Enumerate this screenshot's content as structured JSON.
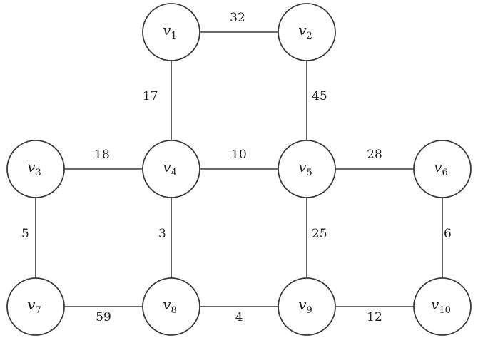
{
  "graph": {
    "nodes": [
      {
        "id": "v1",
        "letter": "v",
        "sub": "1"
      },
      {
        "id": "v2",
        "letter": "v",
        "sub": "2"
      },
      {
        "id": "v3",
        "letter": "v",
        "sub": "3"
      },
      {
        "id": "v4",
        "letter": "v",
        "sub": "4"
      },
      {
        "id": "v5",
        "letter": "v",
        "sub": "5"
      },
      {
        "id": "v6",
        "letter": "v",
        "sub": "6"
      },
      {
        "id": "v7",
        "letter": "v",
        "sub": "7"
      },
      {
        "id": "v8",
        "letter": "v",
        "sub": "8"
      },
      {
        "id": "v9",
        "letter": "v",
        "sub": "9"
      },
      {
        "id": "v10",
        "letter": "v",
        "sub": "10"
      }
    ],
    "edges": [
      {
        "from": "v1",
        "to": "v2",
        "weight": "32"
      },
      {
        "from": "v1",
        "to": "v4",
        "weight": "17"
      },
      {
        "from": "v2",
        "to": "v5",
        "weight": "45"
      },
      {
        "from": "v3",
        "to": "v4",
        "weight": "18"
      },
      {
        "from": "v4",
        "to": "v5",
        "weight": "10"
      },
      {
        "from": "v5",
        "to": "v6",
        "weight": "28"
      },
      {
        "from": "v3",
        "to": "v7",
        "weight": "5"
      },
      {
        "from": "v4",
        "to": "v8",
        "weight": "3"
      },
      {
        "from": "v5",
        "to": "v9",
        "weight": "25"
      },
      {
        "from": "v6",
        "to": "v10",
        "weight": "6"
      },
      {
        "from": "v7",
        "to": "v8",
        "weight": "59"
      },
      {
        "from": "v8",
        "to": "v9",
        "weight": "4"
      },
      {
        "from": "v9",
        "to": "v10",
        "weight": "12"
      }
    ]
  }
}
